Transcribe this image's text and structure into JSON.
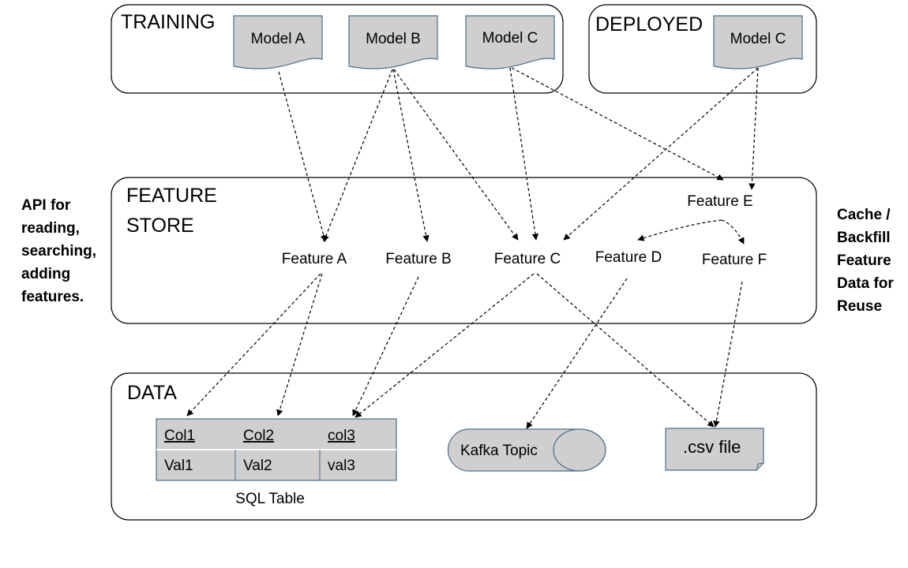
{
  "groups": {
    "training": {
      "title": "TRAINING",
      "models": [
        "Model A",
        "Model B",
        "Model C"
      ]
    },
    "deployed": {
      "title": "DEPLOYED",
      "models": [
        "Model C"
      ]
    },
    "feature_store": {
      "title_line1": "FEATURE",
      "title_line2": "STORE",
      "features": [
        "Feature A",
        "Feature B",
        "Feature C",
        "Feature D",
        "Feature E",
        "Feature F"
      ]
    },
    "data": {
      "title": "DATA",
      "sql_table": {
        "caption": "SQL Table",
        "headers": [
          "Col1",
          "Col2",
          "col3"
        ],
        "values": [
          "Val1",
          "Val2",
          "val3"
        ]
      },
      "kafka_label": "Kafka Topic",
      "csv_label": ".csv file"
    }
  },
  "notes": {
    "left": "API for\nreading,\nsearching,\nadding\nfeatures.",
    "right": "Cache /\nBackfill\nFeature\nData for\nReuse"
  },
  "colors": {
    "shape_fill": "#d0cece",
    "shape_stroke": "#4a6f8a",
    "box_stroke": "#000000"
  }
}
